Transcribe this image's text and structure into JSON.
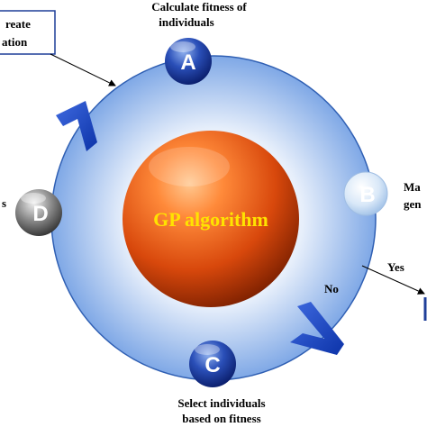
{
  "colors": {
    "ring_fill_inner": "#ffffff",
    "ring_fill_outer": "#7fa8e6",
    "ring_stroke": "#2f5fb3",
    "center_highlight": "#ffb36b",
    "center_base": "#e0530f",
    "center_shadow": "#8a2400",
    "center_text": "#ffe300",
    "node_blue_light": "#6b8fd9",
    "node_blue_dark": "#0a1f78",
    "node_b_light": "#ffffff",
    "node_b_dark": "#a9c9ee",
    "node_d_light": "#e5e5e5",
    "node_d_dark": "#3a3a3a",
    "chevron": "#1747c9",
    "box_border": "#1f3f99",
    "arrow": "#000000"
  },
  "diagram": {
    "center_label": "GP algorithm",
    "nodes": [
      {
        "id": "A",
        "letter": "A",
        "label_lines": [
          "Calculate fitness of",
          "individuals"
        ]
      },
      {
        "id": "B",
        "letter": "B",
        "label_lines": [
          "Ma",
          "gen"
        ]
      },
      {
        "id": "C",
        "letter": "C",
        "label_lines": [
          "Select individuals",
          "based on fitness"
        ]
      },
      {
        "id": "D",
        "letter": "D",
        "label_lines": [
          "s"
        ]
      }
    ],
    "create_box_lines": [
      "reate",
      "ation"
    ],
    "branch_no": "No",
    "branch_yes": "Yes"
  }
}
